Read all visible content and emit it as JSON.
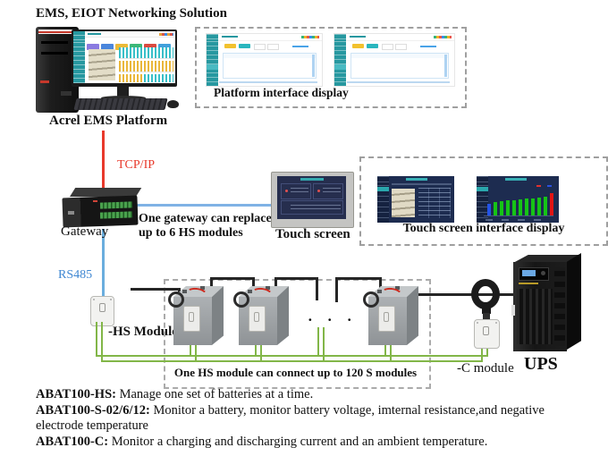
{
  "title": "EMS, EIOT Networking Solution",
  "platform": {
    "label": "Acrel EMS Platform",
    "display_label": "Platform interface display"
  },
  "conn": {
    "tcpip": "TCP/IP",
    "rs485": "RS485"
  },
  "gateway": {
    "label": "Gateway",
    "note1": "One gateway can replace",
    "note2": "up to 6 HS modules"
  },
  "touchscreen": {
    "label": "Touch screen",
    "display_label": "Touch screen interface display"
  },
  "hs": {
    "label": "-HS Module"
  },
  "batteries": {
    "note": "One HS module can connect up to 120 S modules",
    "dots": "· · ·"
  },
  "c": {
    "label": "-C module"
  },
  "ups": {
    "label": "UPS"
  },
  "footnotes": [
    {
      "term": "ABAT100-HS:",
      "desc": " Manage one set of batteries at a time."
    },
    {
      "term": "ABAT100-S-02/6/12:",
      "desc": " Monitor a battery, monitor battery voltage, imternal resistance,and negative electrode temperature"
    },
    {
      "term": "ABAT100-C:",
      "desc": " Monitor a charging and discharging current and an ambient temperature."
    }
  ],
  "colors": {
    "tcpip_red": "#e8392b",
    "rs485_blue": "#3f87d2",
    "connection_blue": "#7fb2e5",
    "wire_green": "#82b648",
    "platform_teal": "#2798a0"
  }
}
